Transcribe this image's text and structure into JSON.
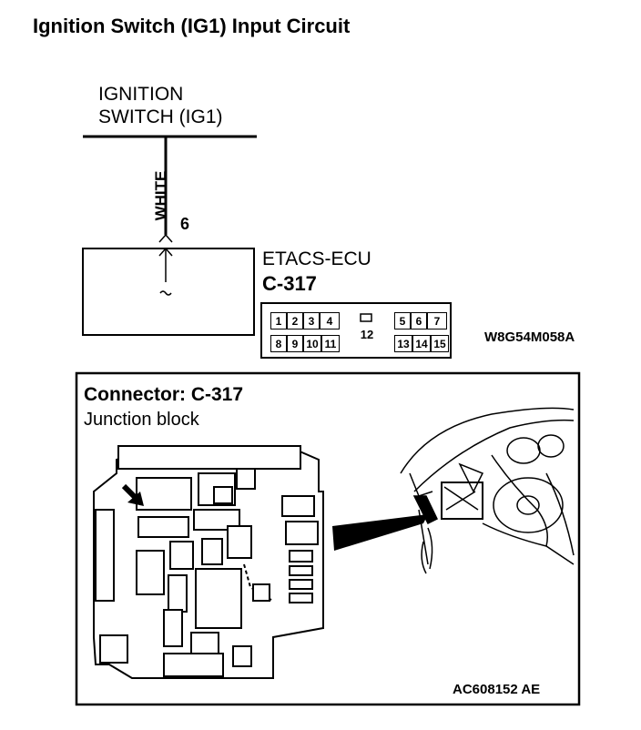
{
  "title": "Ignition Switch (IG1) Input Circuit",
  "schematic": {
    "source_label_line1": "IGNITION",
    "source_label_line2": "SWITCH (IG1)",
    "wire_color": "WHITE",
    "pin_number": "6",
    "ecu_name": "ETACS-ECU",
    "connector_id": "C-317",
    "reference_code": "W8G54M058A"
  },
  "connector_face": {
    "top_row": [
      "1",
      "2",
      "3",
      "4",
      "5",
      "6",
      "7"
    ],
    "middle_pin": "12",
    "bottom_row": [
      "8",
      "9",
      "10",
      "11",
      "13",
      "14",
      "15"
    ]
  },
  "location_photo": {
    "title": "Connector: C-317",
    "subtitle": "Junction block",
    "reference_code": "AC608152 AE"
  }
}
